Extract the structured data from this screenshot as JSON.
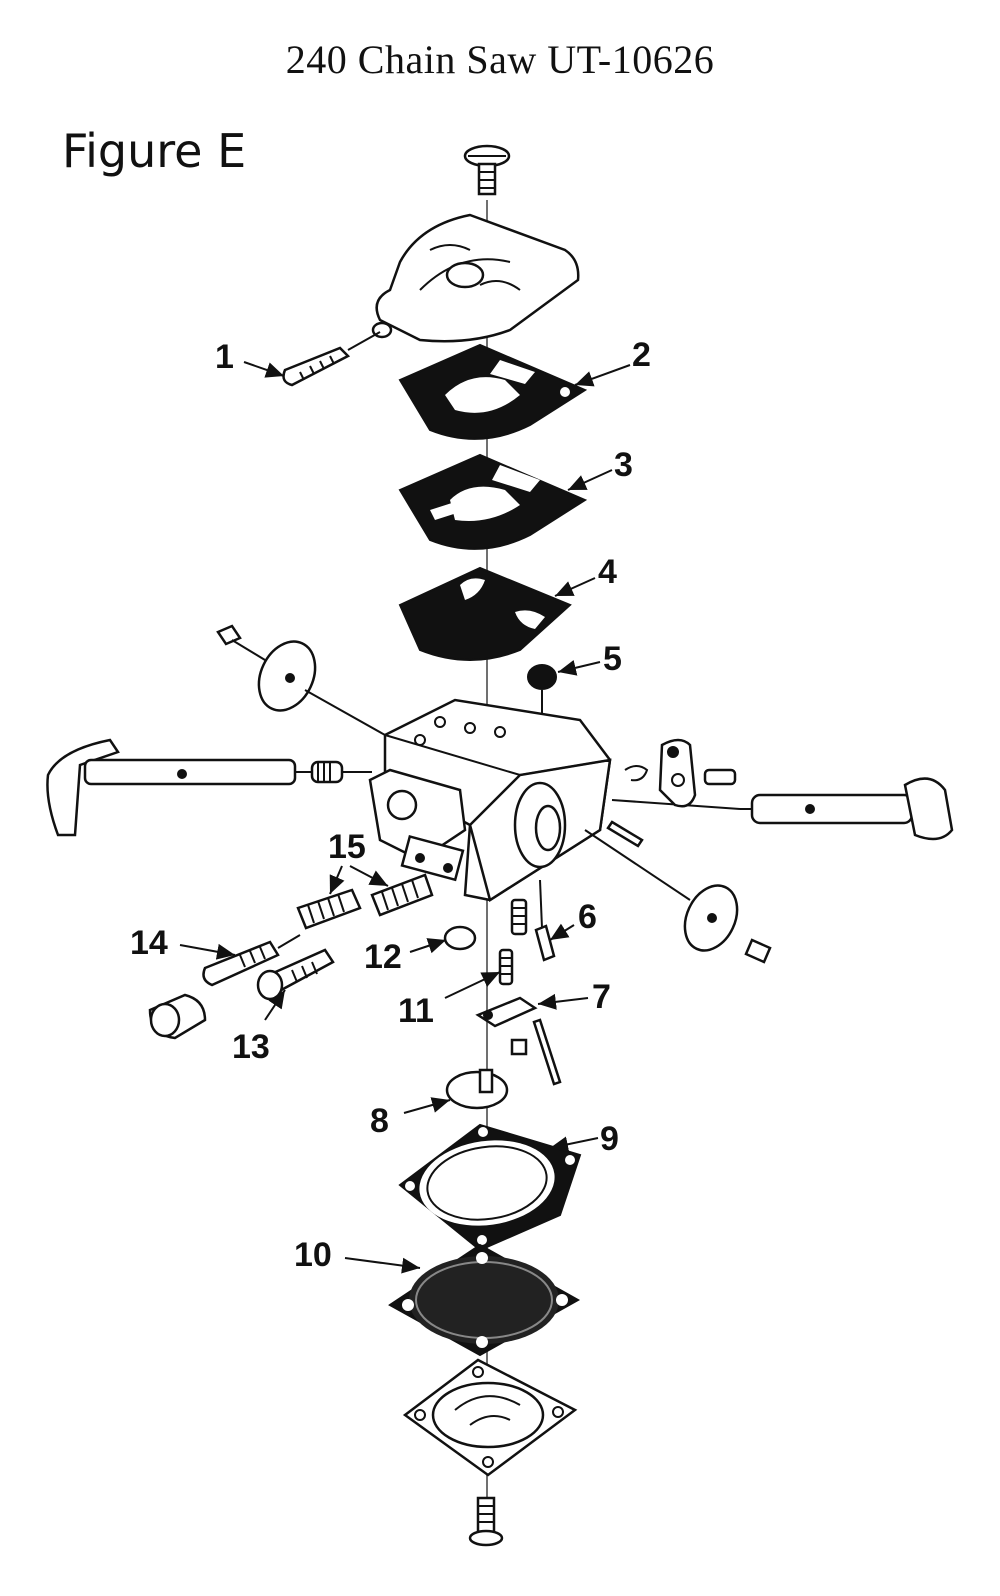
{
  "document": {
    "title": "240 Chain Saw UT-10626",
    "figure_label": "Figure E"
  },
  "callouts": [
    "1",
    "2",
    "3",
    "4",
    "5",
    "6",
    "7",
    "8",
    "9",
    "10",
    "11",
    "12",
    "13",
    "14",
    "15"
  ]
}
